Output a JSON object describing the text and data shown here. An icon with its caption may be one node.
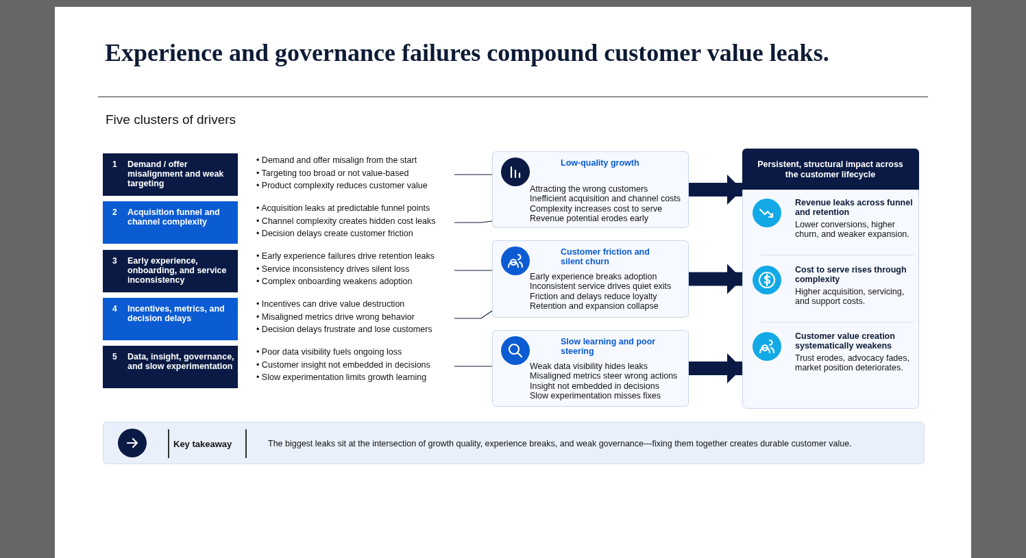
{
  "diagram": {
    "title": "Experience and governance failures compound customer value leaks.",
    "nodes": [
      {
        "text": [
          "1",
          "Demand / offer misalignment and weak targeting"
        ]
      },
      {
        "text": [
          "2",
          "Acquisition funnel and channel complexity"
        ]
      },
      {
        "text": [
          "3",
          "Early experience, onboarding, and service inconsistency"
        ]
      },
      {
        "text": [
          "4",
          "Incentives, metrics, and decision delays"
        ]
      },
      {
        "text": [
          "5",
          "Data, insight, governance, and slow experimentation"
        ]
      },
      {
        "text": [
          "• Demand and offer misalign from the start",
          "• Targeting too broad or not value-based",
          "• Product complexity reduces customer value"
        ]
      },
      {
        "text": [
          "• Acquisition leaks at predictable funnel points",
          "• Channel complexity creates hidden cost leaks",
          "• Decision delays create customer friction"
        ]
      },
      {
        "text": [
          "• Early experience failures drive retention leaks",
          "• Service inconsistency drives silent loss",
          "• Complex onboarding weakens adoption"
        ]
      },
      {
        "text": [
          "• Incentives can drive value destruction",
          "• Misaligned metrics drive wrong behavior",
          "• Decision delays frustrate and lose customers"
        ]
      },
      {
        "text": [
          "• Poor data visibility fuels ongoing loss",
          "• Customer insight not embedded in decisions",
          "• Slow experimentation limits growth learning"
        ]
      },
      {
        "text": [
          "Low-quality growth",
          "Attracting the wrong customers",
          "Inefficient acquisition and channel costs",
          "Complexity increases cost to serve",
          "Revenue potential erodes early"
        ]
      },
      {
        "text": [
          "Customer friction and silent churn",
          "Early experience breaks adoption",
          "Inconsistent service drives quiet exits",
          "Friction and delays reduce loyalty",
          "Retention and expansion collapse"
        ]
      },
      {
        "text": [
          "Slow learning and poor steering",
          "Weak data visibility hides leaks",
          "Misaligned metrics steer wrong actions",
          "Insight not embedded in decisions",
          "Slow experimentation misses fixes"
        ]
      },
      {
        "text": [
          "Persistent, structural impact across the customer lifecycle"
        ]
      },
      {
        "text": [
          "Revenue leaks across funnel and retention",
          "Lower conversions, higher churn, and weaker expansion."
        ],
        "in": 13
      },
      {
        "text": [
          "Cost to serve rises through complexity",
          "Higher acquisition, servicing, and support costs."
        ],
        "in": 13
      },
      {
        "text": [
          "Customer value creation systematically weakens",
          "Trust erodes, advocacy fades, market position deteriorates."
        ],
        "in": 13
      },
      {
        "text": [
          "Key takeaway",
          "The biggest leaks sit at the intersection of growth quality, experience breaks, and weak governance—fixing them together creates durable customer value."
        ]
      }
    ],
    "edges": [
      {
        "from": 5,
        "to": 10,
        "arrow": "none"
      },
      {
        "from": 6,
        "to": 10,
        "arrow": "none"
      },
      {
        "from": 7,
        "to": 11,
        "arrow": "none"
      },
      {
        "from": 8,
        "to": 11,
        "arrow": "none"
      },
      {
        "from": 9,
        "to": 12,
        "arrow": "none"
      },
      {
        "from": 10,
        "to": 13,
        "arrow": "to",
        "style": "thick"
      },
      {
        "from": 11,
        "to": 13,
        "arrow": "to",
        "style": "thick"
      },
      {
        "from": 12,
        "to": 13,
        "arrow": "to",
        "style": "thick"
      }
    ],
    "labels": [
      "Five clusters of drivers"
    ]
  }
}
